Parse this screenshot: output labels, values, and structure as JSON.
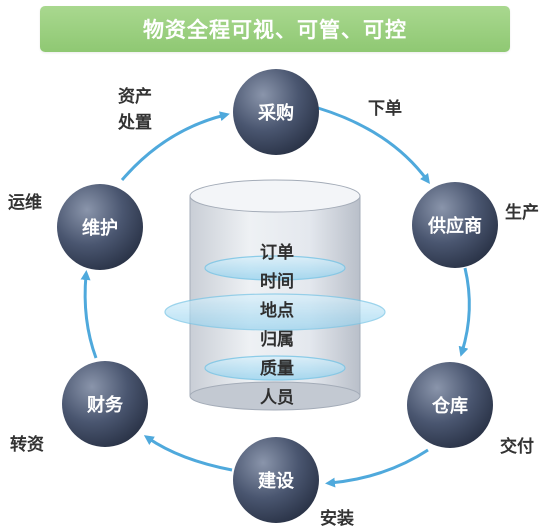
{
  "title": "物资全程可视、可管、可控",
  "nodes": {
    "purchase": "采购",
    "supplier": "供应商",
    "warehouse": "仓库",
    "construction": "建设",
    "finance": "财务",
    "maintenance": "维护"
  },
  "edges": {
    "order": "下单",
    "production": "生产",
    "delivery": "交付",
    "installation": "安装",
    "transfer": "转资",
    "operation": "运维",
    "asset_disposal_line1": "资产",
    "asset_disposal_line2": "处置"
  },
  "database_items": [
    "订单",
    "时间",
    "地点",
    "归属",
    "质量",
    "人员"
  ],
  "colors": {
    "banner": "#98cf7c",
    "node_dark": "#2f3a50",
    "node_light": "#7f8aa0",
    "cycle_line": "#4fa9dc"
  }
}
